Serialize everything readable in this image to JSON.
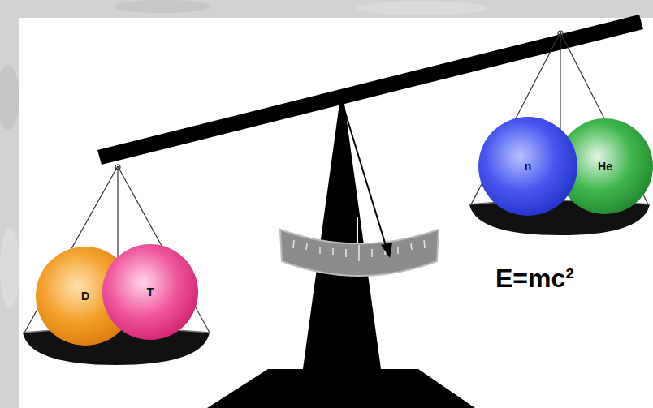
{
  "diagram": {
    "nodes": [
      {
        "text": [
          "D"
        ]
      },
      {
        "text": [
          "T"
        ]
      },
      {
        "text": [
          "n"
        ]
      },
      {
        "text": [
          "He"
        ]
      }
    ],
    "labels": [
      "E=mc²"
    ]
  }
}
